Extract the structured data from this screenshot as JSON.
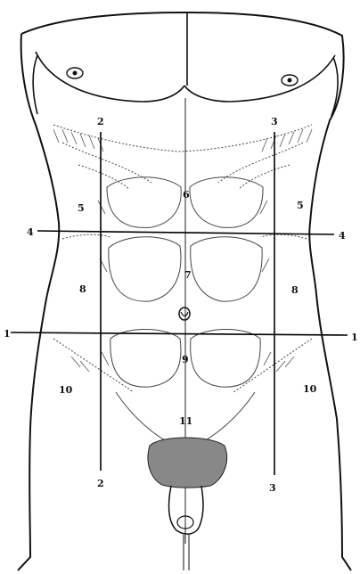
{
  "figure": {
    "subject": "anterior abdominal wall torso engraving with regional divisions",
    "line_color": "#111111",
    "hatch_color": "#333333",
    "background": "#ffffff"
  },
  "line_labels": {
    "vertical_left_top": "2",
    "vertical_left_bottom": "2",
    "vertical_right_top": "3",
    "vertical_right_bottom": "3",
    "upper_horizontal_left": "4",
    "upper_horizontal_right": "4",
    "lower_horizontal_left": "1",
    "lower_horizontal_right": "1"
  },
  "region_labels": {
    "left_hypochondriac": "5",
    "right_hypochondriac": "5",
    "epigastric": "6",
    "umbilical": "7",
    "left_lumbar": "8",
    "right_lumbar": "8",
    "hypogastric": "9",
    "left_iliac": "10",
    "right_iliac": "10",
    "pubic": "11"
  }
}
